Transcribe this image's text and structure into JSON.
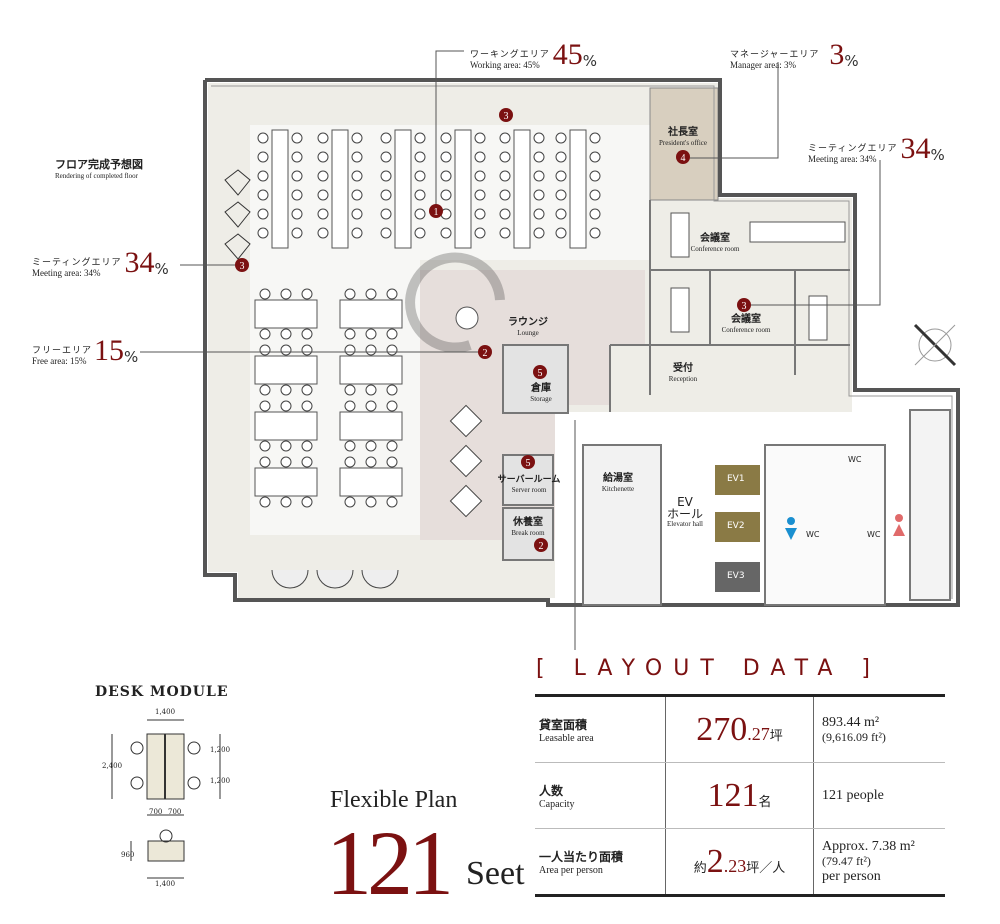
{
  "floor_title": {
    "jp": "フロア完成予想図",
    "en": "Rendering of completed floor"
  },
  "callouts": {
    "working": {
      "jp": "ワーキングエリア",
      "en": "Working area: 45%",
      "value": "45",
      "unit": "%"
    },
    "manager": {
      "jp": "マネージャーエリア",
      "en": "Manager area: 3%",
      "value": "3",
      "unit": "%"
    },
    "meeting_right": {
      "jp": "ミーティングエリア",
      "en": "Meeting area: 34%",
      "value": "34",
      "unit": "%"
    },
    "meeting_left": {
      "jp": "ミーティングエリア",
      "en": "Meeting area: 34%",
      "value": "34",
      "unit": "%"
    },
    "free": {
      "jp": "フリーエリア",
      "en": "Free area: 15%",
      "value": "15",
      "unit": "%"
    }
  },
  "rooms": {
    "president": {
      "jp": "社長室",
      "en": "President's office"
    },
    "conference1": {
      "jp": "会議室",
      "en": "Conference room"
    },
    "conference2": {
      "jp": "会議室",
      "en": "Conference room"
    },
    "reception": {
      "jp": "受付",
      "en": "Reception"
    },
    "lounge": {
      "jp": "ラウンジ",
      "en": "Lounge"
    },
    "storage": {
      "jp": "倉庫",
      "en": "Storage"
    },
    "server": {
      "jp": "サーバールーム",
      "en": "Server room"
    },
    "break": {
      "jp": "休養室",
      "en": "Break room"
    },
    "kitchenette": {
      "jp": "給湯室",
      "en": "Kitchenette"
    },
    "ev_hall": {
      "jp1": "EV",
      "jp2": "ホール",
      "en": "Elevator hall"
    },
    "wc1": "WC",
    "wc2": "WC",
    "wc3": "WC",
    "ev1": "EV1",
    "ev2": "EV2",
    "ev3": "EV3"
  },
  "markers": [
    "1",
    "3",
    "4",
    "3",
    "2",
    "5",
    "5",
    "2",
    "3"
  ],
  "desk_module": {
    "title": "DESK MODULE",
    "dims": {
      "top_width": "1,400",
      "height": "2,400",
      "half1": "1,200",
      "half2": "1,200",
      "left": "700",
      "right": "700",
      "single_depth": "960",
      "single_width": "1,400"
    }
  },
  "plan_summary": {
    "label": "Flexible Plan",
    "count": "121",
    "unit": "Seet"
  },
  "layout_data": {
    "title": "[ LAYOUT DATA ]",
    "rows": [
      {
        "jp": "貸室面積",
        "en": "Leasable area",
        "prefix": "",
        "value_int": "270",
        "value_dec": ".27",
        "unit": "坪",
        "detail1": "893.44 m²",
        "detail2": "(9,616.09 ft²)",
        "detail3": ""
      },
      {
        "jp": "人数",
        "en": "Capacity",
        "prefix": "",
        "value_int": "121",
        "value_dec": "",
        "unit": "名",
        "detail1": "121 people",
        "detail2": "",
        "detail3": ""
      },
      {
        "jp": "一人当たり面積",
        "en": "Area per person",
        "prefix": "約",
        "value_int": "2",
        "value_dec": ".23",
        "unit": "坪／人",
        "detail1": "Approx. 7.38 m²",
        "detail2": "(79.47 ft²)",
        "detail3": "per person"
      }
    ]
  },
  "colors": {
    "accent": "#7b1111",
    "floor": "#eeede7",
    "president": "#d8cfbf",
    "lounge": "#e6dedb",
    "ev": "#8a7a45",
    "ev3": "#666666",
    "male": "#1a8fd0",
    "female": "#e06a6a"
  }
}
